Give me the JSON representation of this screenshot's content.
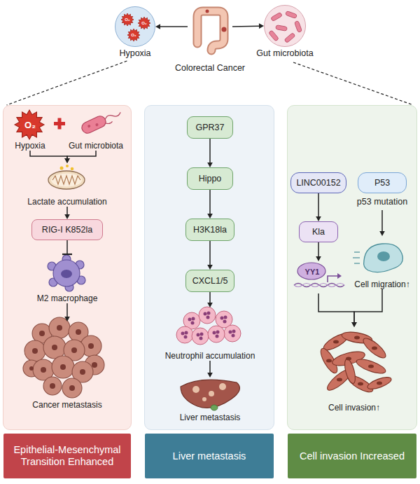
{
  "diagram": {
    "nodes": [
      {
        "text": [
          "Hypoxia"
        ]
      },
      {
        "text": [
          "Colorectal Cancer"
        ]
      },
      {
        "text": [
          "Gut microbiota"
        ]
      },
      {
        "text": [
          "Epithelial-Mesenchymal Transition Enhanced"
        ]
      },
      {
        "text": [
          "O₂",
          "Hypoxia"
        ],
        "in": 3
      },
      {
        "text": [
          "Gut microbiota"
        ],
        "in": 3
      },
      {
        "text": [
          "Lactate accumulation"
        ],
        "in": 3
      },
      {
        "text": [
          "RIG-I K852la"
        ],
        "in": 3
      },
      {
        "text": [
          "M2 macrophage"
        ],
        "in": 3
      },
      {
        "text": [
          "Cancer metastasis"
        ],
        "in": 3
      },
      {
        "text": [
          "Liver metastasis"
        ]
      },
      {
        "text": [
          "GPR37"
        ],
        "in": 10
      },
      {
        "text": [
          "Hippo"
        ],
        "in": 10
      },
      {
        "text": [
          "H3K18la"
        ],
        "in": 10
      },
      {
        "text": [
          "CXCL1/5"
        ],
        "in": 10
      },
      {
        "text": [
          "Neutrophil accumulation"
        ],
        "in": 10
      },
      {
        "text": [
          "Liver metastasis"
        ],
        "in": 10
      },
      {
        "text": [
          "Cell invasion Increased"
        ]
      },
      {
        "text": [
          "LINC00152"
        ],
        "in": 17
      },
      {
        "text": [
          "P53",
          "p53 mutation"
        ],
        "in": 17
      },
      {
        "text": [
          "Kla"
        ],
        "in": 17
      },
      {
        "text": [
          "YY1"
        ],
        "in": 17
      },
      {
        "text": [
          "Cell migration↑"
        ],
        "in": 17
      },
      {
        "text": [
          "Cell invasion↑"
        ],
        "in": 17
      }
    ],
    "edges": [
      {
        "from": 1,
        "to": 0,
        "arrow": "to"
      },
      {
        "from": 1,
        "to": 2,
        "arrow": "to"
      },
      {
        "from": 0,
        "to": 3,
        "arrow": "none"
      },
      {
        "from": 2,
        "to": 17,
        "arrow": "none"
      },
      {
        "from": 4,
        "to": 6,
        "arrow": "to"
      },
      {
        "from": 5,
        "to": 6,
        "arrow": "to"
      },
      {
        "from": 6,
        "to": 7,
        "arrow": "to"
      },
      {
        "from": 7,
        "to": 8,
        "arrow": "to"
      },
      {
        "from": 8,
        "to": 9,
        "arrow": "to"
      },
      {
        "from": 11,
        "to": 12,
        "arrow": "to"
      },
      {
        "from": 12,
        "to": 13,
        "arrow": "to"
      },
      {
        "from": 13,
        "to": 14,
        "arrow": "to"
      },
      {
        "from": 14,
        "to": 15,
        "arrow": "to"
      },
      {
        "from": 15,
        "to": 16,
        "arrow": "to"
      },
      {
        "from": 18,
        "to": 20,
        "arrow": "to"
      },
      {
        "from": 20,
        "to": 21,
        "arrow": "to"
      },
      {
        "from": 19,
        "to": 22,
        "arrow": "to"
      },
      {
        "from": 21,
        "to": 23,
        "arrow": "to"
      },
      {
        "from": 22,
        "to": 23,
        "arrow": "to"
      }
    ],
    "labels": [
      "O₂",
      "O₂",
      "O₂"
    ]
  }
}
